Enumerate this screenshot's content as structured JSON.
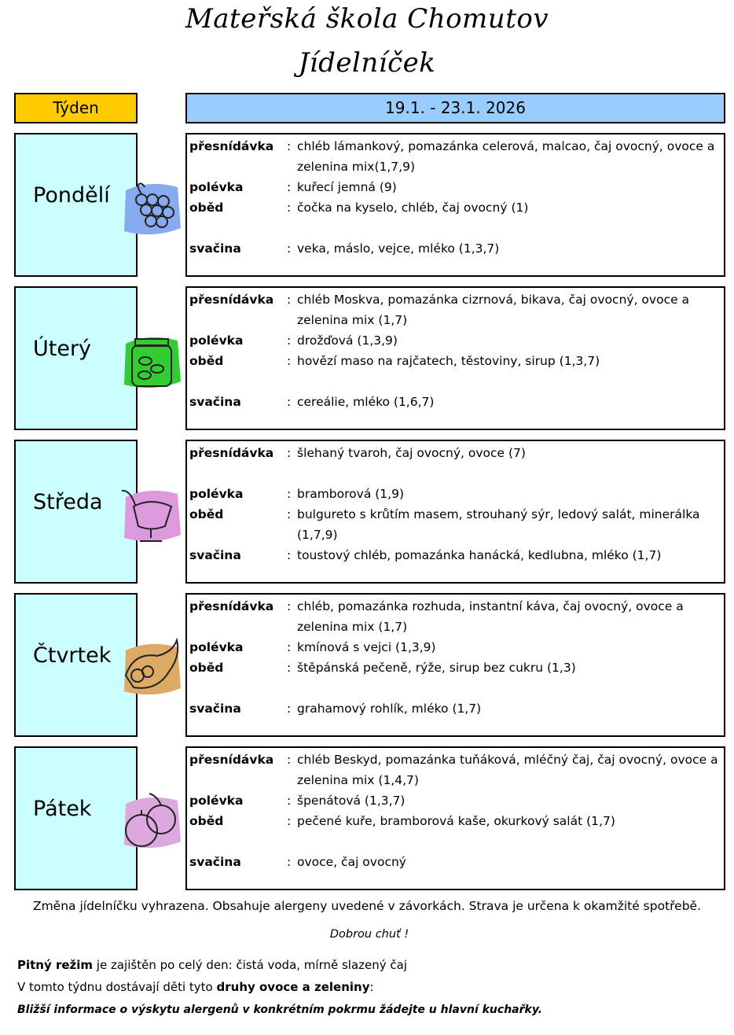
{
  "header": {
    "school": "Mateřská škola Chomutov",
    "title": "Jídelníček",
    "week_label": "Týden",
    "week_range": "19.1. - 23.1. 2026"
  },
  "labels": {
    "snack_am": "přesnídávka",
    "soup": "polévka",
    "lunch": "oběd",
    "snack_pm": "svačina",
    "colon": ":"
  },
  "days": [
    {
      "name": "Pondělí",
      "icon": "grapes-icon",
      "color": "#88aaee",
      "snack_am": "chléb lámankový, pomazánka celerová, malcao, čaj ovocný, ovoce a zelenina mix(1,7,9)",
      "soup": "kuřecí jemná (9)",
      "lunch": "čočka na kyselo, chléb, čaj ovocný (1)",
      "snack_pm": "veka, máslo, vejce, mléko (1,3,7)"
    },
    {
      "name": "Úterý",
      "icon": "jar-icon",
      "color": "#33cc33",
      "snack_am": "chléb Moskva, pomazánka cizrnová, bikava, čaj ovocný, ovoce a zelenina mix (1,7)",
      "soup": "drožďová (1,3,9)",
      "lunch": "hovězí maso na rajčatech, těstoviny, sirup (1,3,7)",
      "snack_pm": "cereálie, mléko (1,6,7)"
    },
    {
      "name": "Středa",
      "icon": "sundae-icon",
      "color": "#dd99dd",
      "snack_am": "šlehaný tvaroh, čaj ovocný, ovoce (7)",
      "soup": "bramborová (1,9)",
      "lunch": "bulgureto s krůtím masem, strouhaný sýr, ledový salát, minerálka (1,7,9)",
      "snack_pm": "toustový chléb, pomazánka hanácká, kedlubna, mléko (1,7)"
    },
    {
      "name": "Čtvrtek",
      "icon": "cornucopia-icon",
      "color": "#ddaa66",
      "snack_am": "chléb, pomazánka rozhuda, instantní káva, čaj ovocný, ovoce a zelenina mix (1,7)",
      "soup": "kmínová s vejci (1,3,9)",
      "lunch": " štěpánská pečeně, rýže, sirup bez cukru (1,3)",
      "snack_pm": "grahamový rohlík, mléko (1,7)"
    },
    {
      "name": "Pátek",
      "icon": "apples-icon",
      "color": "#dda8dd",
      "snack_am": "chléb Beskyd, pomazánka tuňáková, mléčný čaj, čaj ovocný, ovoce a zelenina mix (1,4,7)",
      "soup": "špenátová (1,3,7)",
      "lunch": " pečené kuře, bramborová kaše, okurkový salát (1,7)",
      "snack_pm": "ovoce, čaj ovocný"
    }
  ],
  "footer": {
    "notice": "Změna jídelníčku vyhrazena. Obsahuje alergeny uvedené v závorkách. Strava je určena k okamžité spotřebě.",
    "wish": "Dobrou chuť !",
    "drink_bold": "Pitný režim",
    "drink_rest": " je zajištěn po celý den: čistá voda, mírně slazený čaj",
    "fruit_pre": "V tomto týdnu dostávají děti tyto ",
    "fruit_bold": "druhy ovoce a zeleniny",
    "fruit_post": ":",
    "allergen_info": "Bližší informace o výskytu alergenů v konkrétním pokrmu žádejte u hlavní kuchařky."
  }
}
